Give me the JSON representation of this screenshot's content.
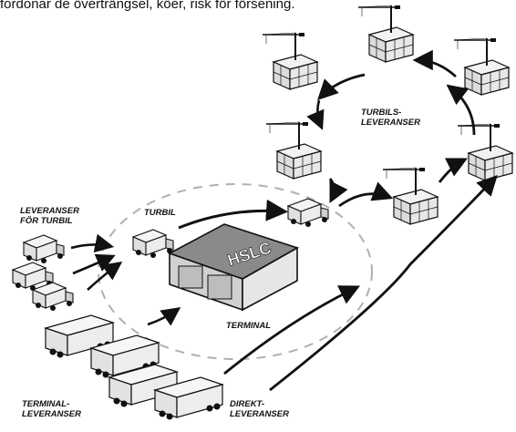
{
  "caption": "fordonar de överträngsel, köer, risk för försening.",
  "hub_label": "HSLC",
  "labels": {
    "turbils_leveranser": [
      "TURBILS-",
      "LEVERANSER"
    ],
    "leveranser_for_turbil": [
      "LEVERANSER",
      "FÖR TURBIL"
    ],
    "turbil": "TURBIL",
    "terminal": "TERMINAL",
    "terminal_leveranser": [
      "TERMINAL-",
      "LEVERANSER"
    ],
    "direkt_leveranser": [
      "DIREKT-",
      "LEVERANSER"
    ]
  },
  "colors": {
    "ink": "#111111",
    "roof": "#8a8a8a",
    "wall": "#d9d9d9",
    "dash": "#b0b0b0"
  }
}
